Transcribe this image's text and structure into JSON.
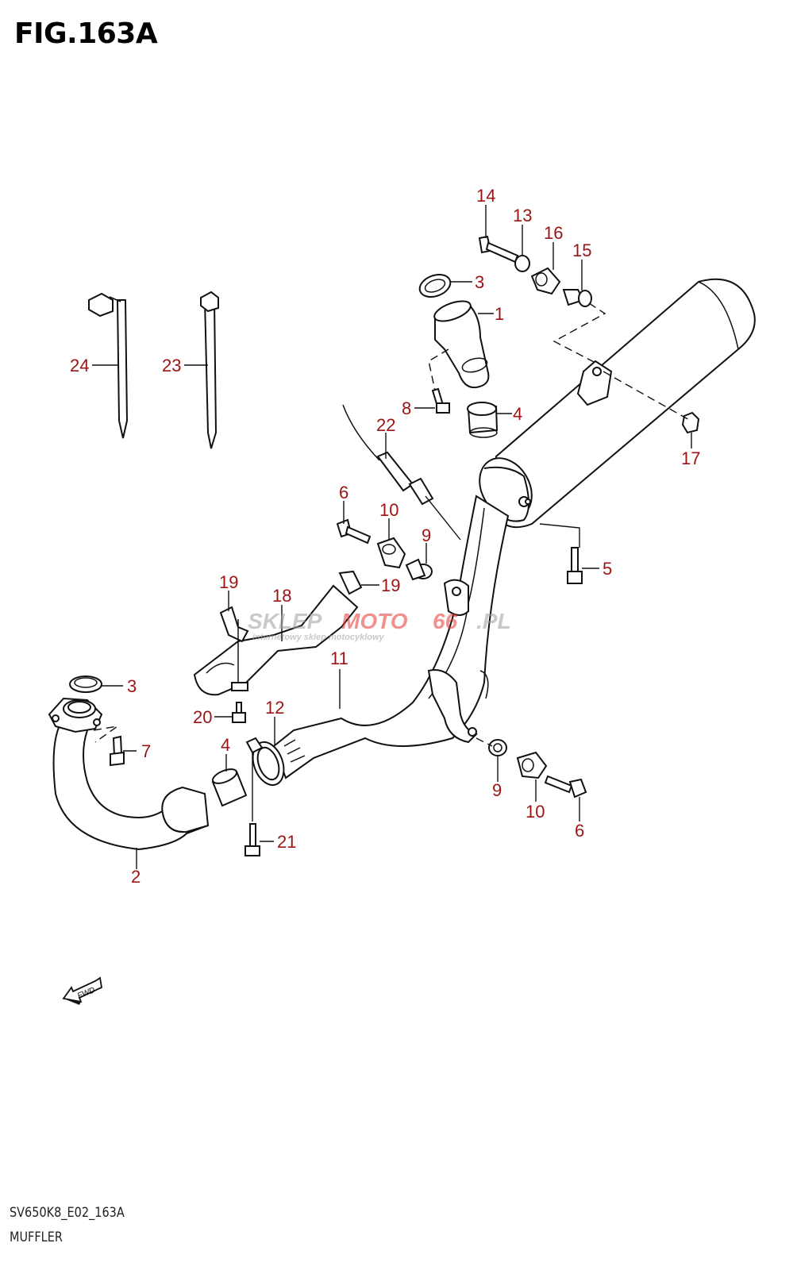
{
  "figure": {
    "title": "FIG.163A",
    "code": "SV650K8_E02_163A",
    "name": "MUFFLER",
    "fwd_label": "FWD"
  },
  "watermark": {
    "brand_part1": "SKLEP",
    "brand_part2": "MOTO",
    "brand_part3": "66",
    "brand_part4": ".PL",
    "tagline": "internetowy sklep motocyklowy",
    "brand_color": "#e53935",
    "grey_color": "#9e9e9e"
  },
  "callouts": [
    {
      "label": "14",
      "part": "bolt"
    },
    {
      "label": "13",
      "part": "washer"
    },
    {
      "label": "16",
      "part": "cushion"
    },
    {
      "label": "15",
      "part": "collar"
    },
    {
      "label": "3",
      "part": "gasket"
    },
    {
      "label": "1",
      "part": "exhaust-pipe-front"
    },
    {
      "label": "8",
      "part": "bolt"
    },
    {
      "label": "4",
      "part": "connector"
    },
    {
      "label": "17",
      "part": "nut"
    },
    {
      "label": "22",
      "part": "oxygen-sensor"
    },
    {
      "label": "6",
      "part": "bolt"
    },
    {
      "label": "10",
      "part": "cushion"
    },
    {
      "label": "9",
      "part": "washer"
    },
    {
      "label": "5",
      "part": "bolt"
    },
    {
      "label": "19",
      "part": "clamp"
    },
    {
      "label": "18",
      "part": "heat-shield"
    },
    {
      "label": "19",
      "part": "clamp"
    },
    {
      "label": "11",
      "part": "exhaust-pipe-rear"
    },
    {
      "label": "3",
      "part": "gasket"
    },
    {
      "label": "20",
      "part": "screw"
    },
    {
      "label": "12",
      "part": "clamp"
    },
    {
      "label": "7",
      "part": "stud"
    },
    {
      "label": "4",
      "part": "connector"
    },
    {
      "label": "9",
      "part": "washer"
    },
    {
      "label": "10",
      "part": "cushion"
    },
    {
      "label": "6",
      "part": "bolt"
    },
    {
      "label": "2",
      "part": "exhaust-pipe"
    },
    {
      "label": "21",
      "part": "bolt"
    },
    {
      "label": "24",
      "part": "cable-tie"
    },
    {
      "label": "23",
      "part": "cable-tie"
    }
  ]
}
